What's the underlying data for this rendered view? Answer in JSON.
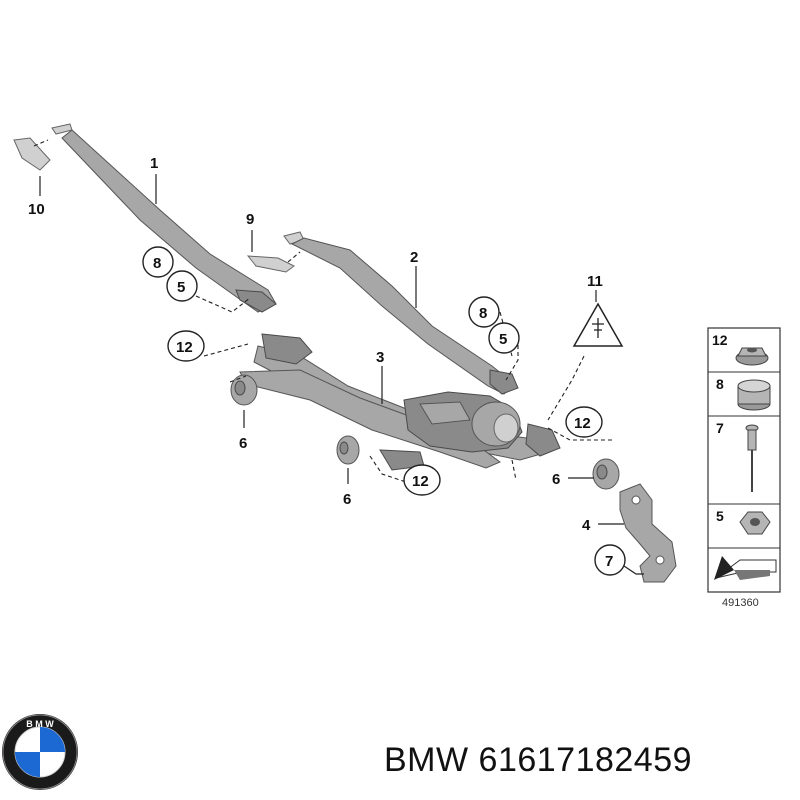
{
  "callouts": [
    {
      "id": "c1",
      "label": "1"
    },
    {
      "id": "c10",
      "label": "10"
    },
    {
      "id": "c9",
      "label": "9"
    },
    {
      "id": "c2",
      "label": "2"
    },
    {
      "id": "c8a",
      "label": "8"
    },
    {
      "id": "c5a",
      "label": "5"
    },
    {
      "id": "c8b",
      "label": "8"
    },
    {
      "id": "c5b",
      "label": "5"
    },
    {
      "id": "c11",
      "label": "11"
    },
    {
      "id": "c12a",
      "label": "12"
    },
    {
      "id": "c3",
      "label": "3"
    },
    {
      "id": "c6a",
      "label": "6"
    },
    {
      "id": "c12b",
      "label": "12"
    },
    {
      "id": "c12c",
      "label": "12"
    },
    {
      "id": "c6b",
      "label": "6"
    },
    {
      "id": "c6c",
      "label": "6"
    },
    {
      "id": "c4",
      "label": "4"
    },
    {
      "id": "c7",
      "label": "7"
    }
  ],
  "legend": {
    "items": [
      {
        "label": "12",
        "icon": "flange-nut-icon"
      },
      {
        "label": "8",
        "icon": "cap-icon"
      },
      {
        "label": "7",
        "icon": "rivet-icon"
      },
      {
        "label": "5",
        "icon": "hex-nut-icon"
      }
    ],
    "arrow_icon": "direction-arrow-icon"
  },
  "diagram_number": "491360",
  "footer": {
    "text": "BMW 61617182459",
    "logo": "bmw-logo"
  },
  "colors": {
    "part_gray": "#a7a7a7",
    "line": "#222222",
    "bmw_blue": "#1c69d4"
  }
}
